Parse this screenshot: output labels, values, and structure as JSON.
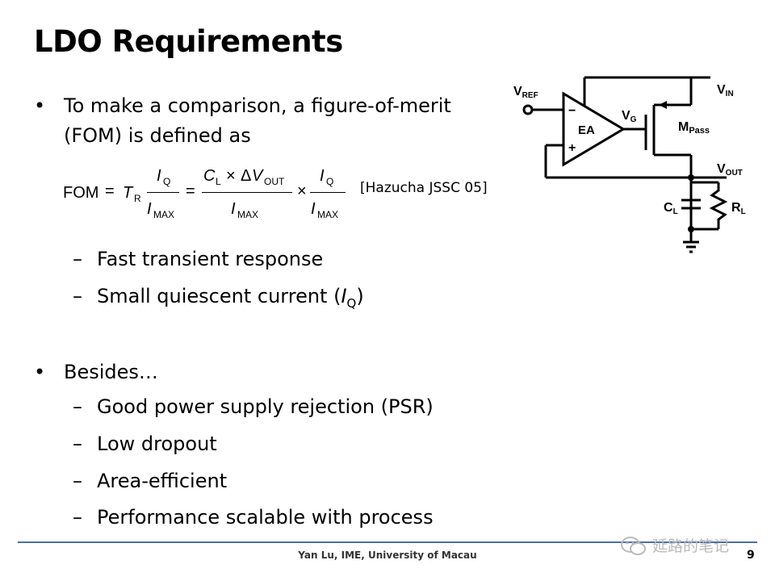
{
  "title": "LDO Requirements",
  "intro_bullet": {
    "line1": "To make a comparison, a figure-of-merit",
    "line2": "(FOM) is defined as"
  },
  "formula": {
    "fom": "FOM",
    "eq": "=",
    "T": "T",
    "R": "R",
    "I": "I",
    "Q": "Q",
    "MAX": "MAX",
    "C": "C",
    "L": "L",
    "times": "×",
    "delta": "Δ",
    "V": "V",
    "OUT": "OUT"
  },
  "citation": "[Hazucha JSSC 05]",
  "sub_items_1": {
    "item1": "Fast transient response",
    "item2_prefix": "Small quiescent current (",
    "item2_I": "I",
    "item2_sub": "Q",
    "item2_suffix": ")"
  },
  "besides_bullet": "Besides…",
  "sub_items_2": [
    "Good power supply rejection (PSR)",
    "Low dropout",
    "Area-efficient",
    "Performance scalable with process"
  ],
  "dash": "–",
  "bullet_char": "•",
  "circuit": {
    "vref": "V",
    "vref_sub": "REF",
    "vin": "V",
    "vin_sub": "IN",
    "vg": "V",
    "vg_sub": "G",
    "ea": "EA",
    "minus": "−",
    "plus": "+",
    "mpass": "M",
    "mpass_sub": "Pass",
    "vout": "V",
    "vout_sub": "OUT",
    "cl": "C",
    "cl_sub": "L",
    "rl": "R",
    "rl_sub": "L"
  },
  "footer": "Yan Lu, IME, University of Macau",
  "page_number": "9",
  "watermark": "延路的笔记"
}
